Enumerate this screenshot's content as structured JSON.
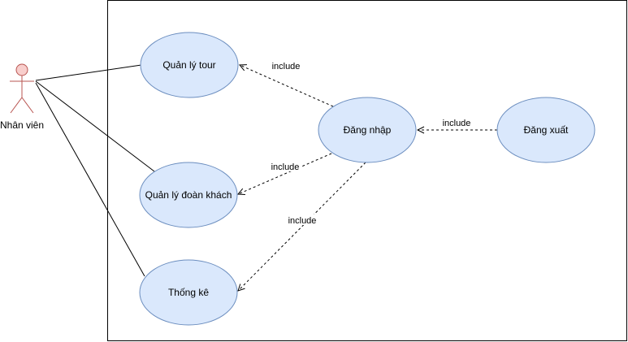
{
  "actor": {
    "name": "Nhân viên"
  },
  "use_cases": {
    "manage_tours": "Quản lý tour",
    "manage_groups": "Quản lý đoàn khách",
    "statistics": "Thống kê",
    "login": "Đăng nhập",
    "logout": "Đăng xuất"
  },
  "relations": {
    "include_tour": "include",
    "include_group": "include",
    "include_stats": "include",
    "include_logout": "include"
  },
  "colors": {
    "use_case_fill": "#dae8fc",
    "use_case_stroke": "#6c8ebf",
    "actor_fill": "#f8cecc",
    "actor_stroke": "#b85450",
    "line": "#000000"
  }
}
